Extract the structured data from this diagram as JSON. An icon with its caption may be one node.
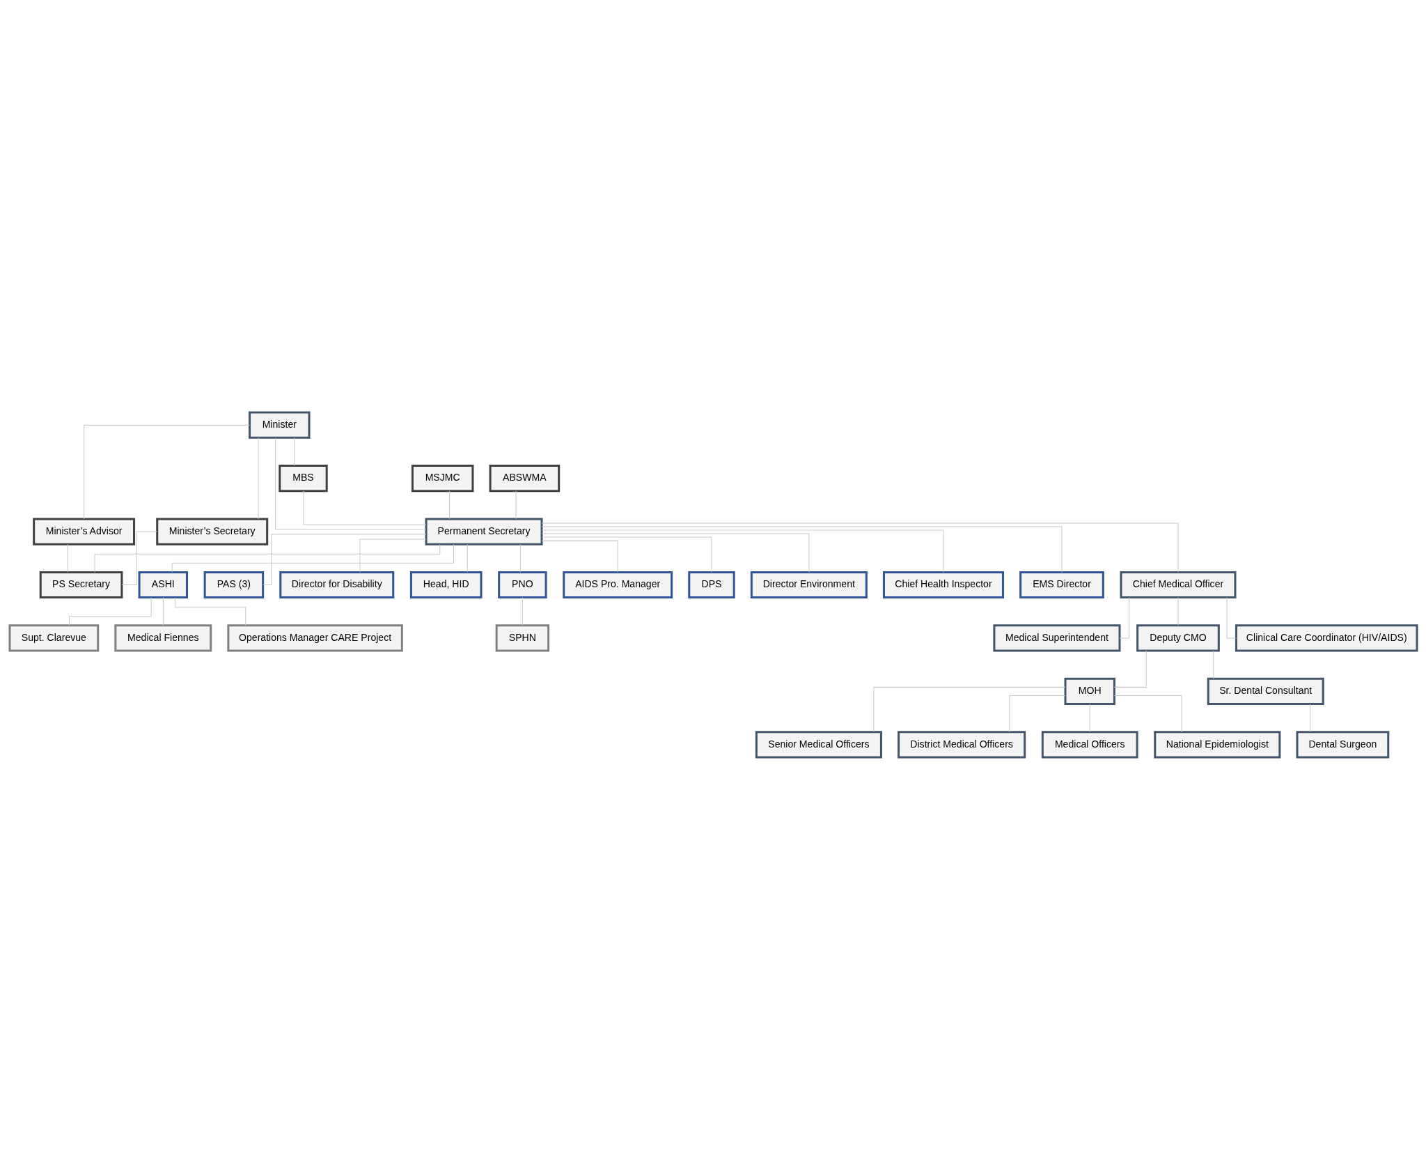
{
  "diagram": {
    "nodes": [
      {
        "text": [
          "Minister"
        ]
      },
      {
        "text": [
          "MBS"
        ]
      },
      {
        "text": [
          "MSJMC"
        ]
      },
      {
        "text": [
          "ABSWMA"
        ]
      },
      {
        "text": [
          "Minister’s Advisor"
        ]
      },
      {
        "text": [
          "Minister’s Secretary"
        ]
      },
      {
        "text": [
          "Permanent Secretary"
        ]
      },
      {
        "text": [
          "PS Secretary"
        ]
      },
      {
        "text": [
          "ASHI"
        ]
      },
      {
        "text": [
          "PAS (3)"
        ]
      },
      {
        "text": [
          "Director for Disability"
        ]
      },
      {
        "text": [
          "Head, HID"
        ]
      },
      {
        "text": [
          "PNO"
        ]
      },
      {
        "text": [
          "AIDS Pro. Manager"
        ]
      },
      {
        "text": [
          "DPS"
        ]
      },
      {
        "text": [
          "Director Environment"
        ]
      },
      {
        "text": [
          "Chief Health Inspector"
        ]
      },
      {
        "text": [
          "Supt. Clarevue"
        ]
      },
      {
        "text": [
          "Medical Fiennes"
        ]
      },
      {
        "text": [
          "Operations Manager CARE Project"
        ]
      },
      {
        "text": [
          "SPHN"
        ]
      },
      {
        "text": [
          "EMS Director"
        ]
      },
      {
        "text": [
          "Chief Medical Officer"
        ]
      },
      {
        "text": [
          "Medical Superintendent"
        ]
      },
      {
        "text": [
          "Deputy CMO"
        ]
      },
      {
        "text": [
          "Clinical Care Coordinator (HIV/AIDS)"
        ]
      },
      {
        "text": [
          "MOH"
        ]
      },
      {
        "text": [
          "Sr. Dental Consultant"
        ]
      },
      {
        "text": [
          "Senior Medical Officers"
        ]
      },
      {
        "text": [
          "District Medical Officers"
        ]
      },
      {
        "text": [
          "Medical Officers"
        ]
      },
      {
        "text": [
          "National Epidemiologist"
        ]
      },
      {
        "text": [
          "Dental Surgeon"
        ]
      }
    ],
    "edges": [
      {
        "from": 0,
        "to": 1,
        "arrow": "none"
      },
      {
        "from": 0,
        "to": 4,
        "arrow": "none"
      },
      {
        "from": 0,
        "to": 5,
        "arrow": "none"
      },
      {
        "from": 0,
        "to": 6,
        "arrow": "none"
      },
      {
        "from": 1,
        "to": 6,
        "arrow": "none"
      },
      {
        "from": 2,
        "to": 6,
        "arrow": "none"
      },
      {
        "from": 3,
        "to": 6,
        "arrow": "none"
      },
      {
        "from": 6,
        "to": 7,
        "arrow": "none"
      },
      {
        "from": 4,
        "to": 7,
        "arrow": "none"
      },
      {
        "from": 5,
        "to": 7,
        "arrow": "none"
      },
      {
        "from": 6,
        "to": 8,
        "arrow": "none"
      },
      {
        "from": 6,
        "to": 9,
        "arrow": "none"
      },
      {
        "from": 6,
        "to": 10,
        "arrow": "none"
      },
      {
        "from": 6,
        "to": 11,
        "arrow": "none"
      },
      {
        "from": 6,
        "to": 12,
        "arrow": "none"
      },
      {
        "from": 6,
        "to": 13,
        "arrow": "none"
      },
      {
        "from": 6,
        "to": 14,
        "arrow": "none"
      },
      {
        "from": 6,
        "to": 15,
        "arrow": "none"
      },
      {
        "from": 6,
        "to": 16,
        "arrow": "none"
      },
      {
        "from": 6,
        "to": 21,
        "arrow": "none"
      },
      {
        "from": 8,
        "to": 17,
        "arrow": "none"
      },
      {
        "from": 8,
        "to": 18,
        "arrow": "none"
      },
      {
        "from": 8,
        "to": 19,
        "arrow": "none"
      },
      {
        "from": 12,
        "to": 20,
        "arrow": "none"
      },
      {
        "from": 6,
        "to": 22,
        "arrow": "none"
      },
      {
        "from": 22,
        "to": 23,
        "arrow": "none"
      },
      {
        "from": 22,
        "to": 24,
        "arrow": "none"
      },
      {
        "from": 22,
        "to": 25,
        "arrow": "none"
      },
      {
        "from": 24,
        "to": 26,
        "arrow": "none"
      },
      {
        "from": 24,
        "to": 27,
        "arrow": "none"
      },
      {
        "from": 26,
        "to": 28,
        "arrow": "none"
      },
      {
        "from": 26,
        "to": 29,
        "arrow": "none"
      },
      {
        "from": 26,
        "to": 30,
        "arrow": "none"
      },
      {
        "from": 26,
        "to": 31,
        "arrow": "none"
      },
      {
        "from": 27,
        "to": 32,
        "arrow": "none"
      }
    ]
  }
}
